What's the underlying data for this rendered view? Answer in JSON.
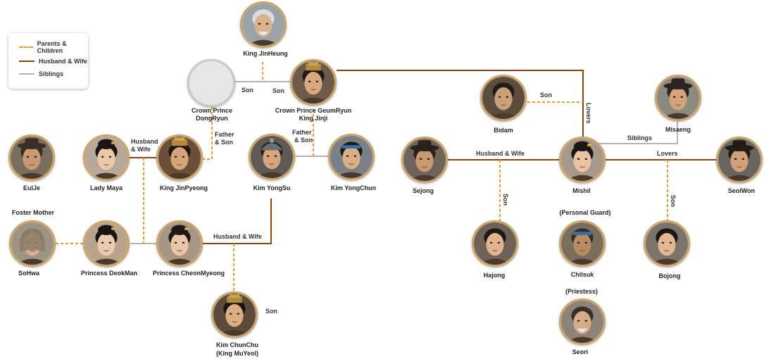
{
  "legend": {
    "parents_children": "Parents & Children",
    "husband_wife": "Husband & Wife",
    "siblings": "Siblings"
  },
  "colors": {
    "parents_children": "#e89a33",
    "husband_wife": "#8b4513",
    "siblings": "#b4b4b4",
    "portrait_border": "#c8a46b"
  },
  "people": {
    "jinheung": {
      "name": "King JinHeung"
    },
    "dongryun": {
      "line1": "Crown Prince",
      "line2": "DongRyun"
    },
    "geumryun": {
      "line1": "Crown Prince GeumRyun",
      "line2": "King Jinji"
    },
    "bidam": {
      "name": "Bidam"
    },
    "misaeng": {
      "name": "Misaeng"
    },
    "eulje": {
      "name": "EulJe"
    },
    "lady_maya": {
      "name": "Lady Maya"
    },
    "jinpyeong": {
      "name": "King JinPyeong"
    },
    "yongsu": {
      "name": "Kim YongSu"
    },
    "yongchun": {
      "name": "Kim YongChun"
    },
    "sejong": {
      "name": "Sejong"
    },
    "mishil": {
      "name": "Mishil"
    },
    "seolwon": {
      "name": "SeolWon"
    },
    "sohwa": {
      "name": "SoHwa",
      "role": "Foster Mother"
    },
    "deokman": {
      "name": "Princess DeokMan"
    },
    "cheonmyeong": {
      "name": "Princess CheonMyeong"
    },
    "hajong": {
      "name": "Hajong"
    },
    "chilsuk": {
      "name": "Chilsuk",
      "role": "(Personal Guard)"
    },
    "bojong": {
      "name": "Bojong"
    },
    "seori": {
      "name": "Seori",
      "role": "(Priestess)"
    },
    "chunchu": {
      "line1": "Kim ChunChu",
      "line2": "(King MuYeol)"
    }
  },
  "labels": {
    "son_left": "Son",
    "son_right": "Son",
    "son_bidam": "Son",
    "lovers_vertical": "Lovers",
    "siblings_misaeng": "Siblings",
    "husband_wife_maya_1": "Husband",
    "husband_wife_maya_2": "& Wife",
    "father_son_a_1": "Father",
    "father_son_a_2": "& Son",
    "father_son_b_1": "Father",
    "father_son_b_2": "& Son",
    "husband_wife_sejong": "Husband & Wife",
    "lovers_seolwon": "Lovers",
    "son_hajong": "Son",
    "son_bojong": "Son",
    "husband_wife_cheon": "Husband & Wife",
    "son_chunchu": "Son"
  }
}
